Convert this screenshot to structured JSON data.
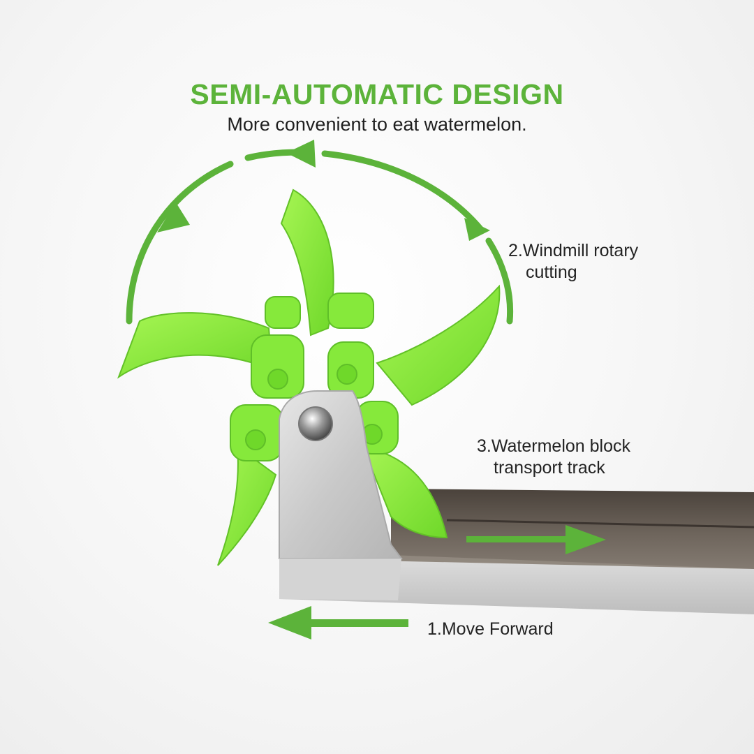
{
  "heading": {
    "title": "SEMI-AUTOMATIC DESIGN",
    "subtitle": "More convenient to eat watermelon."
  },
  "callouts": {
    "step1": "1.Move Forward",
    "step2_line1": "2.Windmill rotary",
    "step2_line2": "cutting",
    "step3_line1": "3.Watermelon block",
    "step3_line2": "transport track"
  },
  "colors": {
    "brand_green": "#5cb33a",
    "blade_green": "#8ef03a",
    "steel": "#cfcfcf"
  }
}
